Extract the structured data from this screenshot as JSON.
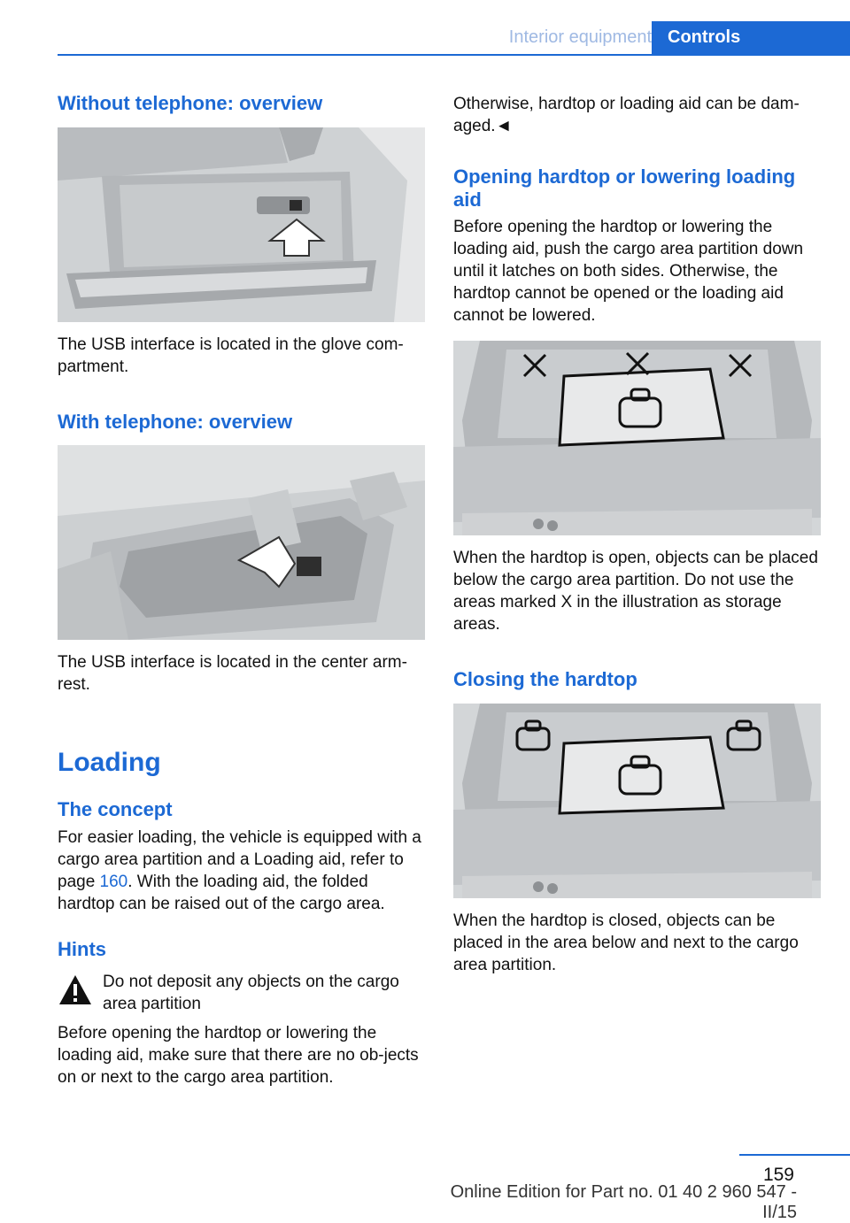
{
  "header": {
    "section": "Interior equipment",
    "chapter": "Controls"
  },
  "left": {
    "h_without": "Without telephone: overview",
    "p_without": "The USB interface is located in the glove com-partment.",
    "h_with": "With telephone: overview",
    "p_with": "The USB interface is located in the center arm-rest.",
    "h_loading": "Loading",
    "h_concept": "The concept",
    "p_concept_a": "For easier loading, the vehicle is equipped with a cargo area partition and a Loading aid, refer to page ",
    "p_concept_link": "160",
    "p_concept_b": ". With the loading aid, the folded hardtop can be raised out of the cargo area.",
    "h_hints": "Hints",
    "warning_text": "Do not deposit any objects on the cargo area partition",
    "p_hints": "Before opening the hardtop or lowering the loading aid, make sure that there are no ob-jects on or next to the cargo area partition."
  },
  "right": {
    "p_cont": "Otherwise, hardtop or loading aid can be dam-aged.◄",
    "h_open": "Opening hardtop or lowering loading aid",
    "p_open": "Before opening the hardtop or lowering the loading aid, push the cargo area partition down until it latches on both sides. Otherwise, the hardtop cannot be opened or the loading aid cannot be lowered.",
    "p_open_img": "When the hardtop is open, objects can be placed below the cargo area partition. Do not use the areas marked X in the illustration as storage areas.",
    "h_close": "Closing the hardtop",
    "p_close_img": "When the hardtop is closed, objects can be placed in the area below and next to the cargo area partition."
  },
  "footer": {
    "page_number": "159",
    "edition": "Online Edition for Part no. 01 40 2 960 547 - II/15"
  },
  "colors": {
    "accent": "#1c69d4"
  }
}
